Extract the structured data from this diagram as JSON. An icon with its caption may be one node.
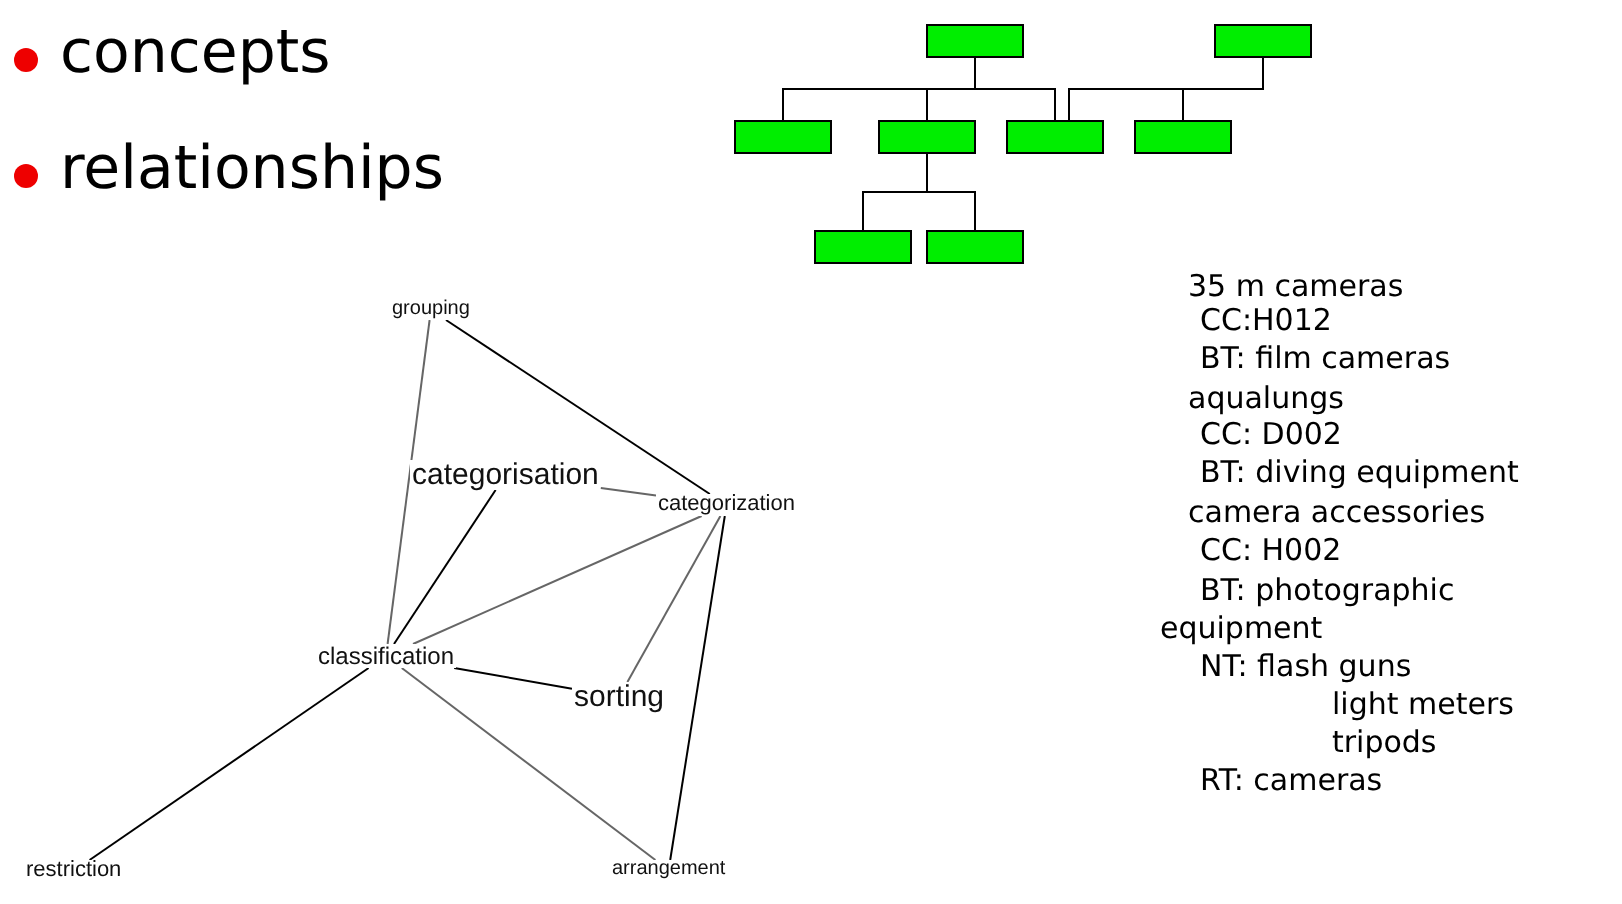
{
  "diagram": {
    "nodes": [
      {
        "text": [],
        "shape": "box"
      },
      {
        "text": [],
        "shape": "box"
      },
      {
        "text": [],
        "shape": "box"
      },
      {
        "text": [],
        "shape": "box"
      },
      {
        "text": [],
        "shape": "box"
      },
      {
        "text": [],
        "shape": "box"
      },
      {
        "text": [],
        "shape": "box"
      },
      {
        "text": [],
        "shape": "box"
      },
      {
        "text": [
          "grouping"
        ]
      },
      {
        "text": [
          "categorisation"
        ]
      },
      {
        "text": [
          "categorization"
        ]
      },
      {
        "text": [
          "classification"
        ]
      },
      {
        "text": [
          "sorting"
        ]
      },
      {
        "text": [
          "restriction"
        ]
      },
      {
        "text": [
          "arrangement"
        ]
      }
    ],
    "edges": [
      {
        "from": 0,
        "to": 2,
        "arrow": "none"
      },
      {
        "from": 0,
        "to": 3,
        "arrow": "none"
      },
      {
        "from": 0,
        "to": 4,
        "arrow": "none"
      },
      {
        "from": 1,
        "to": 4,
        "arrow": "none"
      },
      {
        "from": 1,
        "to": 5,
        "arrow": "none"
      },
      {
        "from": 3,
        "to": 6,
        "arrow": "none"
      },
      {
        "from": 3,
        "to": 7,
        "arrow": "none"
      },
      {
        "from": 11,
        "to": 8,
        "arrow": "none",
        "color": "#666666"
      },
      {
        "from": 8,
        "to": 10,
        "arrow": "none"
      },
      {
        "from": 9,
        "to": 10,
        "arrow": "none",
        "color": "#666666"
      },
      {
        "from": 11,
        "to": 9,
        "arrow": "none"
      },
      {
        "from": 11,
        "to": 10,
        "arrow": "none",
        "color": "#666666"
      },
      {
        "from": 11,
        "to": 12,
        "arrow": "none"
      },
      {
        "from": 12,
        "to": 10,
        "arrow": "none",
        "color": "#666666"
      },
      {
        "from": 10,
        "to": 14,
        "arrow": "none"
      },
      {
        "from": 11,
        "to": 14,
        "arrow": "none",
        "color": "#666666"
      },
      {
        "from": 11,
        "to": 13,
        "arrow": "none"
      }
    ],
    "labels": [
      "concepts",
      "relationships",
      "35 m cameras",
      "CC:H012",
      "BT: film cameras",
      "aqualungs",
      "CC: D002",
      "BT: diving equipment",
      "camera accessories",
      "CC: H002",
      "BT: photographic equipment",
      "NT: flash guns",
      "light meters",
      "tripods",
      "RT: cameras"
    ]
  }
}
